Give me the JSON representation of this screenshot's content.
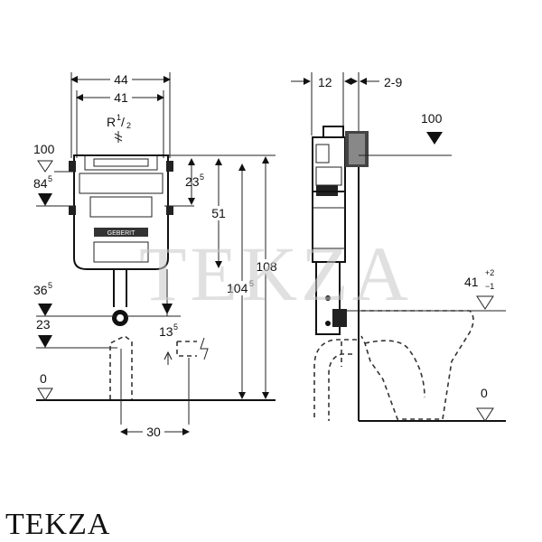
{
  "watermark": "TEKZA",
  "caption": "TEKZA",
  "brand_plate": "GEBERIT",
  "dims": {
    "w44": "44",
    "w41": "41",
    "thread": "R",
    "thread_frac_num": "1",
    "thread_frac_den": "2",
    "h100_left": "100",
    "h84": "84",
    "h84_sup": "5",
    "h23_5": "23",
    "h23_5_sup": "5",
    "h51": "51",
    "h108": "108",
    "h104": "104",
    "h104_sup": "5",
    "h36": "36",
    "h36_sup": "5",
    "h23": "23",
    "h13": "13",
    "h13_sup": "5",
    "h0_left": "0",
    "w30": "30",
    "w12": "12",
    "w2_9": "2-9",
    "h100_right": "100",
    "h41": "41",
    "tol_plus": "+2",
    "tol_minus": "−1",
    "h0_right": "0"
  }
}
